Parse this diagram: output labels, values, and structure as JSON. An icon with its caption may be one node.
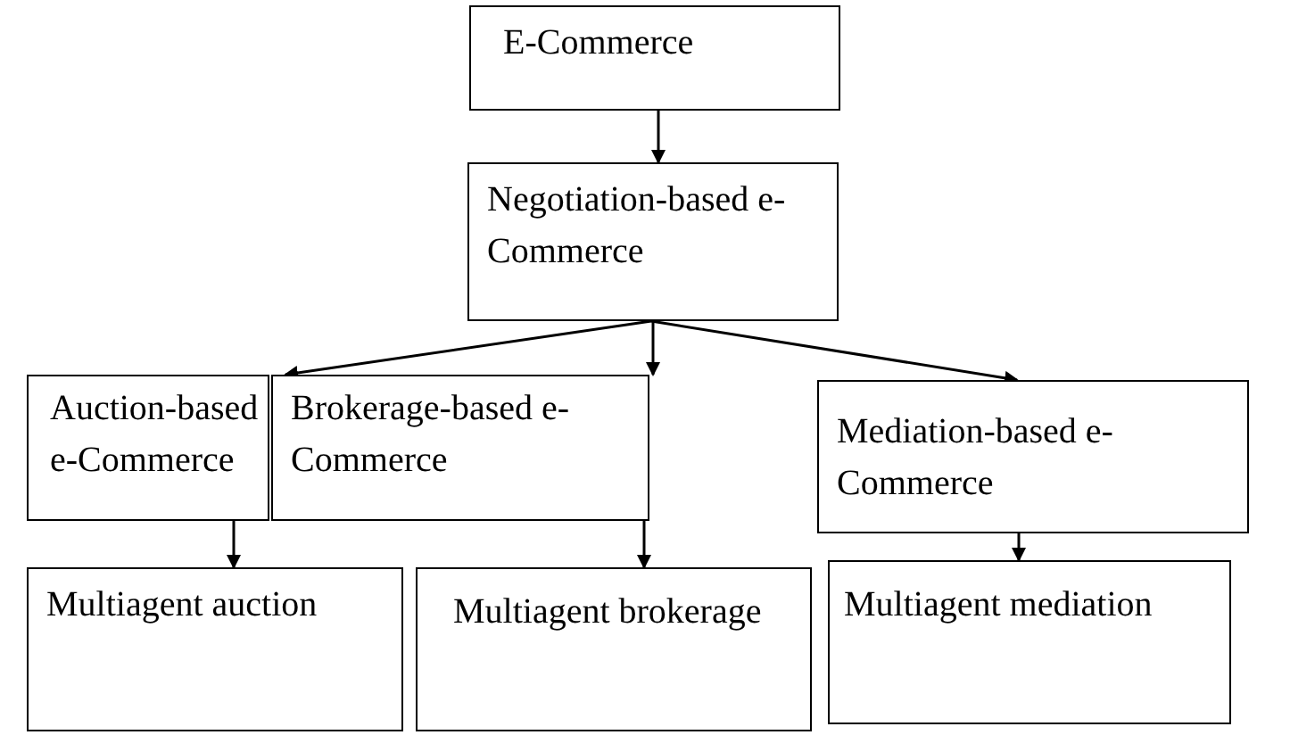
{
  "diagram": {
    "nodes": [
      {
        "text": [
          "E-Commerce"
        ]
      },
      {
        "text": [
          "Negotiation-based e-Commerce"
        ]
      },
      {
        "text": [
          "Auction-based e-Commerce"
        ]
      },
      {
        "text": [
          "Brokerage-based e-Commerce"
        ]
      },
      {
        "text": [
          "Mediation-based e-Commerce"
        ]
      },
      {
        "text": [
          "Multiagent auction"
        ]
      },
      {
        "text": [
          "Multiagent brokerage"
        ]
      },
      {
        "text": [
          "Multiagent mediation"
        ]
      }
    ],
    "edges": [
      {
        "from": 0,
        "to": 1,
        "arrow": "to"
      },
      {
        "from": 1,
        "to": 2,
        "arrow": "to"
      },
      {
        "from": 1,
        "to": 3,
        "arrow": "to"
      },
      {
        "from": 1,
        "to": 4,
        "arrow": "to"
      },
      {
        "from": 2,
        "to": 5,
        "arrow": "to"
      },
      {
        "from": 3,
        "to": 6,
        "arrow": "to"
      },
      {
        "from": 4,
        "to": 7,
        "arrow": "to"
      }
    ]
  }
}
